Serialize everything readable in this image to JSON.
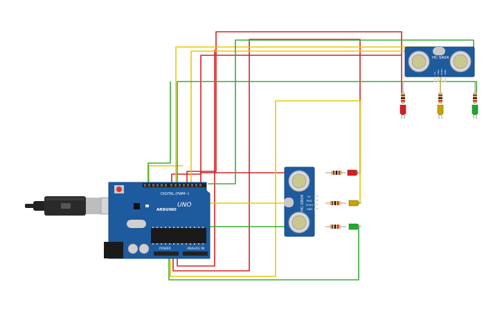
{
  "board": {
    "brand": "ARDUINO",
    "model": "UNO",
    "digital_label": "DIGITAL (PWM~)",
    "power_label": "POWER",
    "analog_label": "ANALOG IN"
  },
  "sensors": [
    {
      "label": "HC-SR04",
      "pins": [
        "5V",
        "TRIG",
        "ECHO",
        "GND"
      ]
    },
    {
      "label": "HC-SR04",
      "pins": [
        "5V",
        "TRIG",
        "ECHO",
        "GND"
      ]
    }
  ],
  "leds": [
    {
      "color_name": "red",
      "color": "#d42020"
    },
    {
      "color_name": "yellow",
      "color": "#c8a400"
    },
    {
      "color_name": "green",
      "color": "#22a82e"
    }
  ],
  "wire_colors": {
    "red": "#d42020",
    "yellow": "#e6c800",
    "green": "#3aaa35",
    "board": "#1e5a9e"
  }
}
